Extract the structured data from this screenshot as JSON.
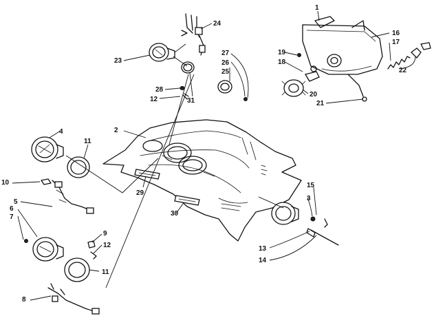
{
  "diagram": {
    "labels": [
      {
        "id": "l1",
        "text": "1"
      },
      {
        "id": "l2",
        "text": "2"
      },
      {
        "id": "l3",
        "text": "3"
      },
      {
        "id": "l4",
        "text": "4"
      },
      {
        "id": "l5",
        "text": "5"
      },
      {
        "id": "l6",
        "text": "6"
      },
      {
        "id": "l7",
        "text": "7"
      },
      {
        "id": "l8",
        "text": "8"
      },
      {
        "id": "l9",
        "text": "9"
      },
      {
        "id": "l10",
        "text": "10"
      },
      {
        "id": "l11a",
        "text": "11"
      },
      {
        "id": "l11b",
        "text": "11"
      },
      {
        "id": "l12a",
        "text": "12"
      },
      {
        "id": "l12b",
        "text": "12"
      },
      {
        "id": "l13",
        "text": "13"
      },
      {
        "id": "l14",
        "text": "14"
      },
      {
        "id": "l15",
        "text": "15"
      },
      {
        "id": "l16",
        "text": "16"
      },
      {
        "id": "l17",
        "text": "17"
      },
      {
        "id": "l18",
        "text": "18"
      },
      {
        "id": "l19",
        "text": "19"
      },
      {
        "id": "l20",
        "text": "20"
      },
      {
        "id": "l21",
        "text": "21"
      },
      {
        "id": "l22",
        "text": "22"
      },
      {
        "id": "l23",
        "text": "23"
      },
      {
        "id": "l24",
        "text": "24"
      },
      {
        "id": "l25",
        "text": "25"
      },
      {
        "id": "l26",
        "text": "26"
      },
      {
        "id": "l27",
        "text": "27"
      },
      {
        "id": "l28",
        "text": "28"
      },
      {
        "id": "l29",
        "text": "29"
      },
      {
        "id": "l30",
        "text": "30"
      },
      {
        "id": "l31",
        "text": "31"
      }
    ]
  }
}
